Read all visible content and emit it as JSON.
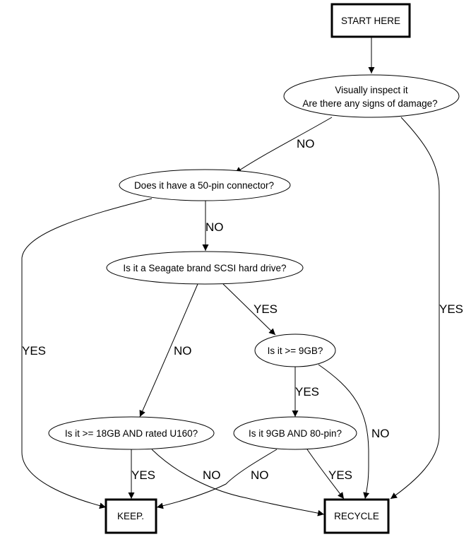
{
  "diagram": {
    "type": "flowchart",
    "nodes": {
      "start": "START HERE",
      "inspect_line1": "Visually inspect it",
      "inspect_line2": "Are there any signs of damage?",
      "pin50": "Does it have a 50-pin connector?",
      "seagate": "Is it a Seagate brand SCSI hard drive?",
      "ge9gb": "Is it >= 9GB?",
      "ge18gb": "Is it >= 18GB AND rated U160?",
      "eq9gb80": "Is it 9GB AND 80-pin?",
      "keep": "KEEP.",
      "recycle": "RECYCLE"
    },
    "edges": [
      {
        "from": "start",
        "to": "inspect",
        "label": ""
      },
      {
        "from": "inspect",
        "to": "pin50",
        "label": "NO"
      },
      {
        "from": "inspect",
        "to": "recycle",
        "label": "YES"
      },
      {
        "from": "pin50",
        "to": "seagate",
        "label": "NO"
      },
      {
        "from": "pin50",
        "to": "keep",
        "label": "YES"
      },
      {
        "from": "seagate",
        "to": "ge9gb",
        "label": "YES"
      },
      {
        "from": "seagate",
        "to": "ge18gb",
        "label": "NO"
      },
      {
        "from": "ge9gb",
        "to": "eq9gb80",
        "label": "YES"
      },
      {
        "from": "ge9gb",
        "to": "recycle",
        "label": "NO"
      },
      {
        "from": "ge18gb",
        "to": "keep",
        "label": "YES"
      },
      {
        "from": "ge18gb",
        "to": "recycle",
        "label": "NO"
      },
      {
        "from": "eq9gb80",
        "to": "recycle",
        "label": "YES"
      },
      {
        "from": "eq9gb80",
        "to": "keep",
        "label": "NO"
      }
    ],
    "labels": {
      "inspect_no": "NO",
      "inspect_yes": "YES",
      "pin50_no": "NO",
      "pin50_yes": "YES",
      "seagate_yes": "YES",
      "seagate_no": "NO",
      "ge9gb_yes": "YES",
      "ge9gb_no": "NO",
      "ge18gb_yes": "YES",
      "ge18gb_no": "NO",
      "eq9gb80_no": "NO",
      "eq9gb80_yes": "YES"
    }
  }
}
